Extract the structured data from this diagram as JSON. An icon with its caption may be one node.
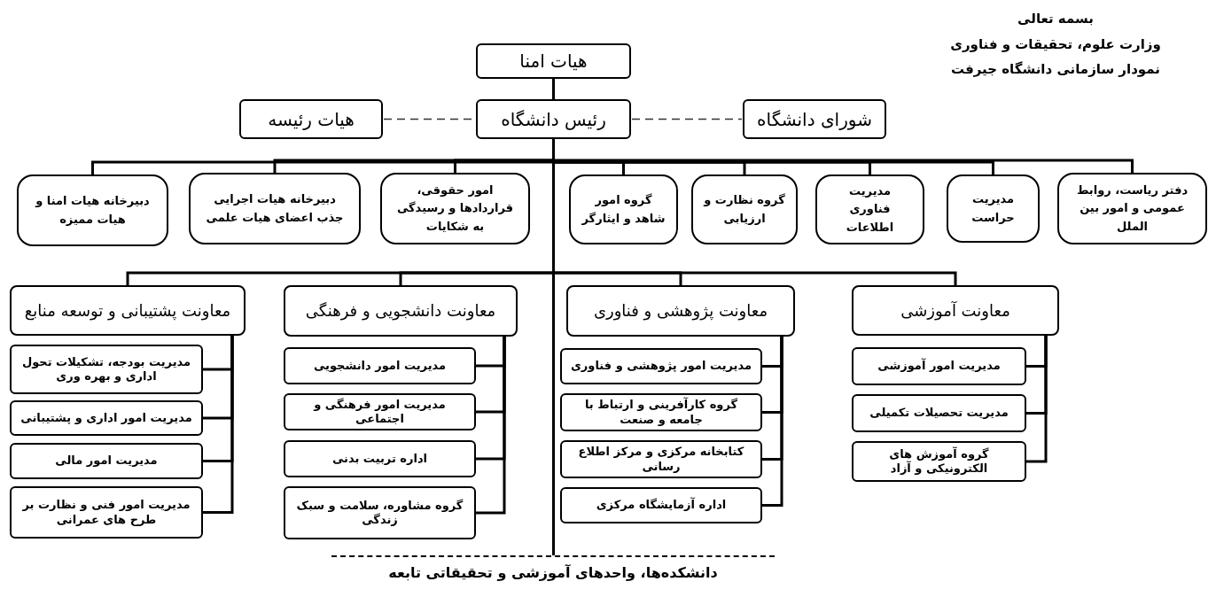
{
  "diagram": {
    "title": "نمودار سازمانی دانشگاه جیرفت",
    "nodes": [
      {
        "text": [
          "هیات امنا"
        ]
      },
      {
        "text": [
          "رئیس دانشگاه"
        ]
      },
      {
        "text": [
          "هیات رئیسه"
        ]
      },
      {
        "text": [
          "شورای دانشگاه"
        ]
      },
      {
        "text": [
          "دفتر ریاست، روابط عمومی و امور بین الملل"
        ]
      },
      {
        "text": [
          "مدیریت حراست"
        ]
      },
      {
        "text": [
          "مدیریت فناوری اطلاعات"
        ]
      },
      {
        "text": [
          "گروه نظارت و ارزیابی"
        ]
      },
      {
        "text": [
          "گروه امور شاهد و ایثارگر"
        ]
      },
      {
        "text": [
          "امور حقوقی، قراردادها و رسیدگی به شکایات"
        ]
      },
      {
        "text": [
          "دبیرخانه هیات اجرایی جذب اعضای هیات علمی"
        ]
      },
      {
        "text": [
          "دبیرخانه هیات امنا و هیات ممیزه"
        ]
      },
      {
        "text": [
          "معاونت آموزشی"
        ]
      },
      {
        "text": [
          "مدیریت امور آموزشی"
        ]
      },
      {
        "text": [
          "مدیریت تحصیلات تکمیلی"
        ]
      },
      {
        "text": [
          "گروه آموزش های الکترونیکی و آزاد"
        ]
      },
      {
        "text": [
          "معاونت پژوهشی و فناوری"
        ]
      },
      {
        "text": [
          "مدیریت امور پژوهشی و فناوری"
        ]
      },
      {
        "text": [
          "گروه کارآفرینی و ارتباط با جامعه و صنعت"
        ]
      },
      {
        "text": [
          "کتابخانه مرکزی و مرکز اطلاع رسانی"
        ]
      },
      {
        "text": [
          "اداره آزمایشگاه مرکزی"
        ]
      },
      {
        "text": [
          "معاونت دانشجویی و فرهنگی"
        ]
      },
      {
        "text": [
          "مدیریت امور دانشجویی"
        ]
      },
      {
        "text": [
          "مدیریت امور فرهنگی و اجتماعی"
        ]
      },
      {
        "text": [
          "اداره تربیت بدنی"
        ]
      },
      {
        "text": [
          "گروه مشاوره، سلامت و سبک زندگی"
        ]
      },
      {
        "text": [
          "معاونت پشتیبانی و توسعه منابع"
        ]
      },
      {
        "text": [
          "مدیریت بودجه، تشکیلات تحول اداری و بهره وری"
        ]
      },
      {
        "text": [
          "مدیریت امور اداری و پشتیبانی"
        ]
      },
      {
        "text": [
          "مدیریت امور مالی"
        ]
      },
      {
        "text": [
          "مدیریت امور فنی و نظارت بر طرح های عمرانی"
        ]
      },
      {
        "text": [
          "دانشکده‌ها، واحدهای آموزشی و تحقیقاتی تابعه"
        ]
      }
    ],
    "edges": [
      {
        "from": 0,
        "to": 1,
        "arrow": "none"
      },
      {
        "from": 2,
        "to": 1,
        "arrow": "none",
        "style": "dashed"
      },
      {
        "from": 1,
        "to": 3,
        "arrow": "none",
        "style": "dashed"
      },
      {
        "from": 1,
        "to": 4,
        "arrow": "none"
      },
      {
        "from": 1,
        "to": 5,
        "arrow": "none"
      },
      {
        "from": 1,
        "to": 6,
        "arrow": "none"
      },
      {
        "from": 1,
        "to": 7,
        "arrow": "none"
      },
      {
        "from": 1,
        "to": 8,
        "arrow": "none"
      },
      {
        "from": 1,
        "to": 9,
        "arrow": "none"
      },
      {
        "from": 1,
        "to": 10,
        "arrow": "none"
      },
      {
        "from": 1,
        "to": 11,
        "arrow": "none"
      },
      {
        "from": 1,
        "to": 12,
        "arrow": "none"
      },
      {
        "from": 1,
        "to": 16,
        "arrow": "none"
      },
      {
        "from": 1,
        "to": 21,
        "arrow": "none"
      },
      {
        "from": 1,
        "to": 26,
        "arrow": "none"
      },
      {
        "from": 12,
        "to": 13,
        "arrow": "none"
      },
      {
        "from": 12,
        "to": 14,
        "arrow": "none"
      },
      {
        "from": 12,
        "to": 15,
        "arrow": "none"
      },
      {
        "from": 16,
        "to": 17,
        "arrow": "none"
      },
      {
        "from": 16,
        "to": 18,
        "arrow": "none"
      },
      {
        "from": 16,
        "to": 19,
        "arrow": "none"
      },
      {
        "from": 16,
        "to": 20,
        "arrow": "none"
      },
      {
        "from": 21,
        "to": 22,
        "arrow": "none"
      },
      {
        "from": 21,
        "to": 23,
        "arrow": "none"
      },
      {
        "from": 21,
        "to": 24,
        "arrow": "none"
      },
      {
        "from": 21,
        "to": 25,
        "arrow": "none"
      },
      {
        "from": 26,
        "to": 27,
        "arrow": "none"
      },
      {
        "from": 26,
        "to": 28,
        "arrow": "none"
      },
      {
        "from": 26,
        "to": 29,
        "arrow": "none"
      },
      {
        "from": 26,
        "to": 30,
        "arrow": "none"
      },
      {
        "from": 1,
        "to": 31,
        "arrow": "none"
      }
    ],
    "labels": [
      "بسمه تعالی",
      "وزارت علوم، تحقیقات و فناوری"
    ]
  }
}
